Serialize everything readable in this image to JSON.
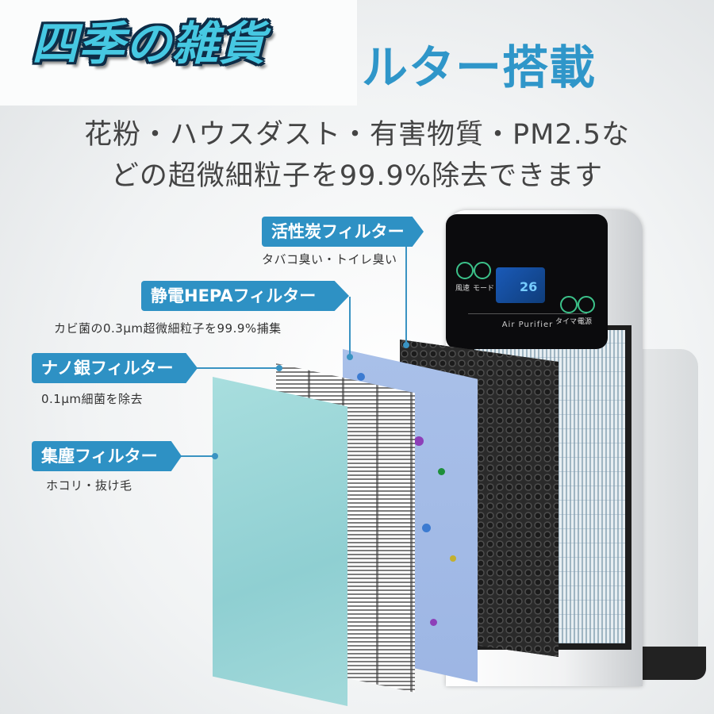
{
  "header": {
    "brand": "四季の雑貨",
    "headline": "ルター搭載",
    "subtext_line1": "花粉・ハウスダスト・有害物質・PM2.5な",
    "subtext_line2": "どの超微細粒子を99.9%除去できます"
  },
  "labels": [
    {
      "title": "活性炭フィルター",
      "desc": "タバコ臭い・トイレ臭い"
    },
    {
      "title": "静電HEPAフィルター",
      "desc": "カビ菌の0.3μm超微細粒子を99.9%捕集"
    },
    {
      "title": "ナノ銀フィルター",
      "desc": "0.1μm細菌を除去"
    },
    {
      "title": "集塵フィルター",
      "desc": "ホコリ・抜け毛"
    }
  ],
  "device": {
    "panel_left_labels": [
      "風速",
      "モード"
    ],
    "panel_right_labels": [
      "タイマー",
      "電源"
    ],
    "display_value": "26",
    "brand_plate": "Air Purifier"
  },
  "colors": {
    "accent": "#2e91c4",
    "headline": "#2f96c9",
    "brand_fill": "#46c8e2"
  }
}
